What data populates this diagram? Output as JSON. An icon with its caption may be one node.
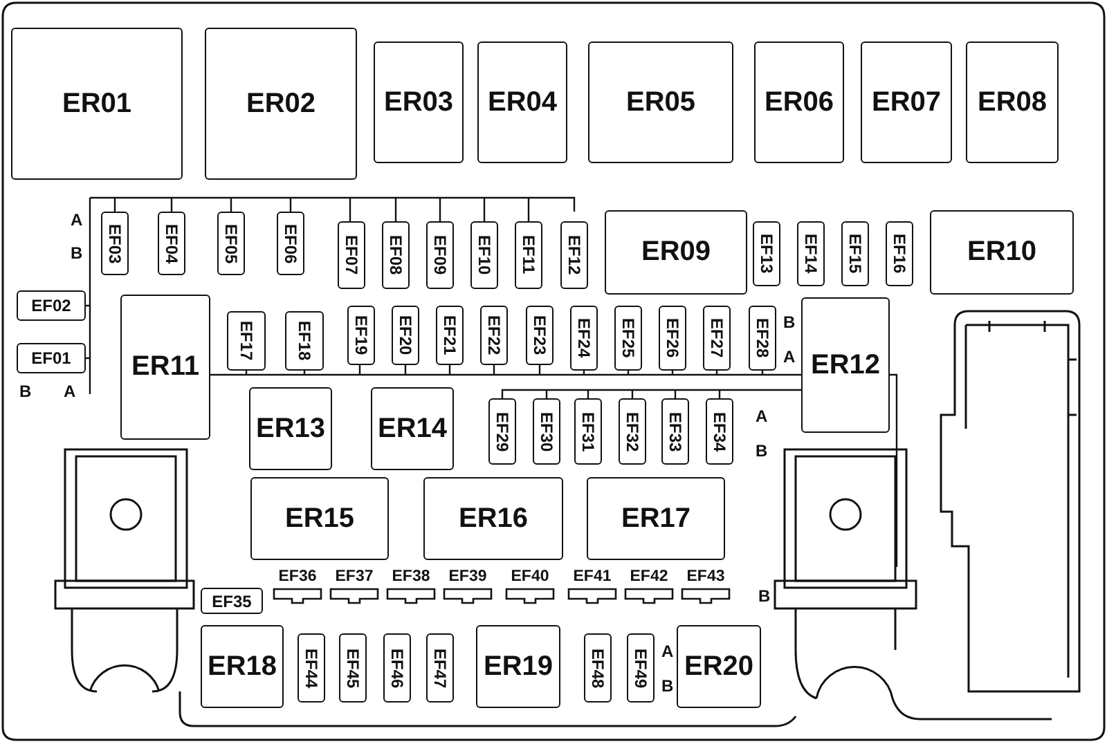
{
  "diagram": {
    "nodes": [
      {
        "text": [
          "ER01"
        ]
      },
      {
        "text": [
          "ER02"
        ]
      },
      {
        "text": [
          "ER03"
        ]
      },
      {
        "text": [
          "ER04"
        ]
      },
      {
        "text": [
          "ER05"
        ]
      },
      {
        "text": [
          "ER06"
        ]
      },
      {
        "text": [
          "ER07"
        ]
      },
      {
        "text": [
          "ER08"
        ]
      },
      {
        "text": [
          "EF03"
        ]
      },
      {
        "text": [
          "EF04"
        ]
      },
      {
        "text": [
          "EF05"
        ]
      },
      {
        "text": [
          "EF06"
        ]
      },
      {
        "text": [
          "EF07"
        ]
      },
      {
        "text": [
          "EF08"
        ]
      },
      {
        "text": [
          "EF09"
        ]
      },
      {
        "text": [
          "EF10"
        ]
      },
      {
        "text": [
          "EF11"
        ]
      },
      {
        "text": [
          "EF12"
        ]
      },
      {
        "text": [
          "ER09"
        ]
      },
      {
        "text": [
          "EF13"
        ]
      },
      {
        "text": [
          "EF14"
        ]
      },
      {
        "text": [
          "EF15"
        ]
      },
      {
        "text": [
          "EF16"
        ]
      },
      {
        "text": [
          "ER10"
        ]
      },
      {
        "text": [
          "EF02"
        ]
      },
      {
        "text": [
          "ER11"
        ]
      },
      {
        "text": [
          "EF17"
        ]
      },
      {
        "text": [
          "EF18"
        ]
      },
      {
        "text": [
          "EF19"
        ]
      },
      {
        "text": [
          "EF20"
        ]
      },
      {
        "text": [
          "EF21"
        ]
      },
      {
        "text": [
          "EF22"
        ]
      },
      {
        "text": [
          "EF23"
        ]
      },
      {
        "text": [
          "EF24"
        ]
      },
      {
        "text": [
          "EF25"
        ]
      },
      {
        "text": [
          "EF26"
        ]
      },
      {
        "text": [
          "EF27"
        ]
      },
      {
        "text": [
          "EF28"
        ]
      },
      {
        "text": [
          "ER12"
        ]
      },
      {
        "text": [
          "EF01"
        ]
      },
      {
        "text": [
          "ER13"
        ]
      },
      {
        "text": [
          "ER14"
        ]
      },
      {
        "text": [
          "EF29"
        ]
      },
      {
        "text": [
          "EF30"
        ]
      },
      {
        "text": [
          "EF31"
        ]
      },
      {
        "text": [
          "EF32"
        ]
      },
      {
        "text": [
          "EF33"
        ]
      },
      {
        "text": [
          "EF34"
        ]
      },
      {
        "text": [
          "ER15"
        ]
      },
      {
        "text": [
          "ER16"
        ]
      },
      {
        "text": [
          "ER17"
        ]
      },
      {
        "text": [
          "EF35"
        ]
      },
      {
        "text": [
          "EF36"
        ]
      },
      {
        "text": [
          "EF37"
        ]
      },
      {
        "text": [
          "EF38"
        ]
      },
      {
        "text": [
          "EF39"
        ]
      },
      {
        "text": [
          "EF40"
        ]
      },
      {
        "text": [
          "EF41"
        ]
      },
      {
        "text": [
          "EF42"
        ]
      },
      {
        "text": [
          "EF43"
        ]
      },
      {
        "text": [
          "ER18"
        ]
      },
      {
        "text": [
          "EF44"
        ]
      },
      {
        "text": [
          "EF45"
        ]
      },
      {
        "text": [
          "EF46"
        ]
      },
      {
        "text": [
          "EF47"
        ]
      },
      {
        "text": [
          "ER19"
        ]
      },
      {
        "text": [
          "EF48"
        ]
      },
      {
        "text": [
          "EF49"
        ]
      },
      {
        "text": [
          "ER20"
        ]
      }
    ],
    "labels": [
      "A",
      "B",
      "B",
      "A",
      "B",
      "A",
      "A",
      "B",
      "B",
      "A",
      "B"
    ]
  }
}
